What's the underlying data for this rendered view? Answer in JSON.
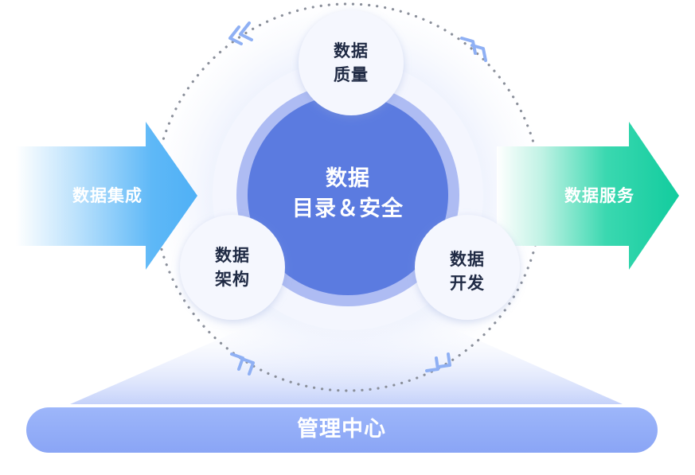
{
  "diagram": {
    "center": {
      "line1": "数据",
      "line2": "目录＆安全"
    },
    "satellites": {
      "top": {
        "line1": "数据",
        "line2": "质量"
      },
      "left": {
        "line1": "数据",
        "line2": "架构"
      },
      "right": {
        "line1": "数据",
        "line2": "开发"
      }
    },
    "input_arrow": {
      "label": "数据集成"
    },
    "output_arrow": {
      "label": "数据服务"
    },
    "base": {
      "label": "管理中心"
    }
  },
  "colors": {
    "center_circle": "#5b7be0",
    "center_ring": "#aebcf3",
    "satellite_fill": "#f5f7fe",
    "input_arrow": "#5eb8f7",
    "output_arrow": "#16cfa2",
    "base_bar": "#93aef8",
    "dotted_orbit": "#8a8f9a",
    "chevrons": "#8fb0f4"
  }
}
